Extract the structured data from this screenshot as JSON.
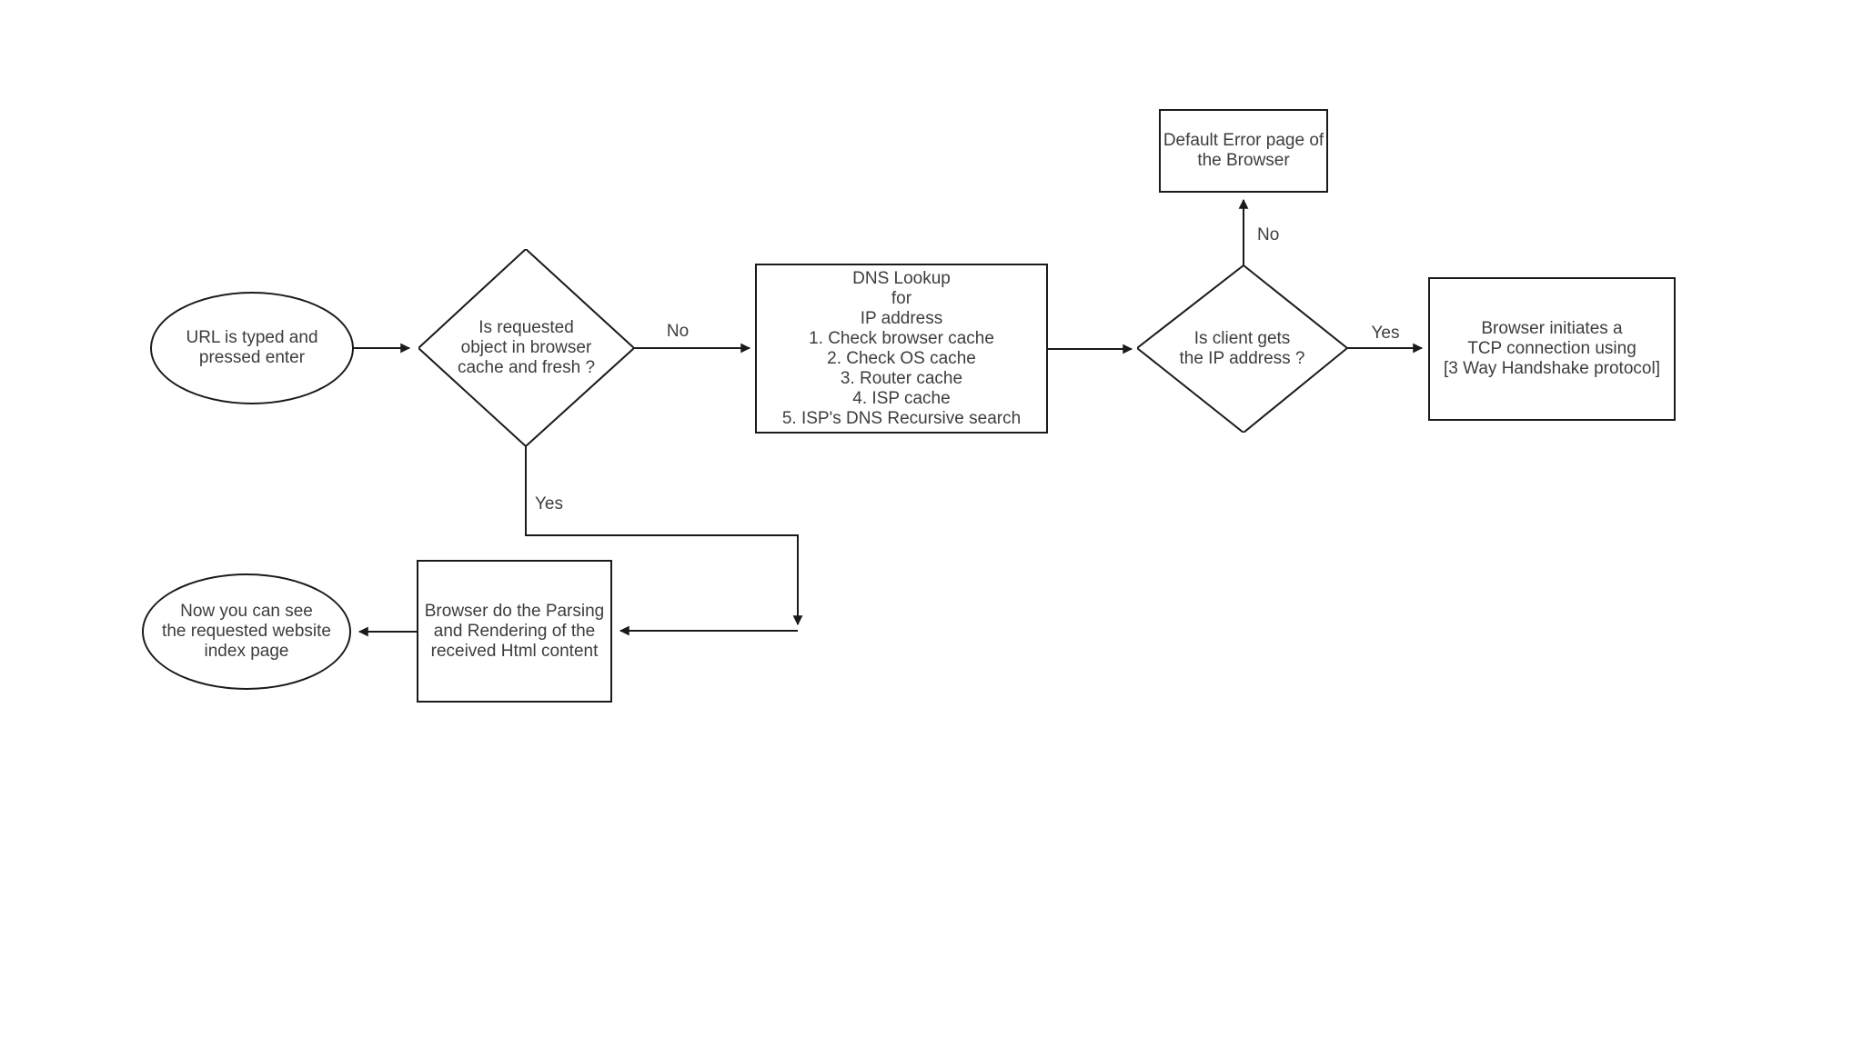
{
  "diagram": {
    "background_color": "#ffffff",
    "stroke_color": "#1a1a1a",
    "text_color": "#3d3d3d",
    "nodes": {
      "start": {
        "type": "terminator-ellipse",
        "text": "URL is typed and\npressed enter"
      },
      "cache_check": {
        "type": "decision-diamond",
        "text": "Is requested\nobject in browser\ncache and fresh ?"
      },
      "dns_lookup": {
        "type": "process-rect",
        "text": "DNS Lookup\nfor\nIP address\n1. Check browser cache\n2. Check OS cache\n3. Router cache\n4. ISP cache\n5. ISP's DNS Recursive search"
      },
      "ip_check": {
        "type": "decision-diamond",
        "text": "Is client gets\nthe IP address ?"
      },
      "error_page": {
        "type": "process-rect",
        "text": "Default Error page of\nthe Browser"
      },
      "tcp_connection": {
        "type": "process-rect",
        "text": "Browser initiates a\nTCP connection using\n[3 Way Handshake protocol]"
      },
      "parse_render": {
        "type": "process-rect",
        "text": "Browser do the Parsing\nand Rendering of the\nreceived Html content"
      },
      "end": {
        "type": "terminator-ellipse",
        "text": "Now you can see\nthe requested website\nindex page"
      }
    },
    "edges": {
      "start_to_cache": {
        "label": ""
      },
      "cache_no": {
        "label": "No"
      },
      "cache_yes": {
        "label": "Yes"
      },
      "dns_to_ip": {
        "label": ""
      },
      "ip_no": {
        "label": "No"
      },
      "ip_yes": {
        "label": "Yes"
      },
      "parse_to_end": {
        "label": ""
      }
    }
  }
}
